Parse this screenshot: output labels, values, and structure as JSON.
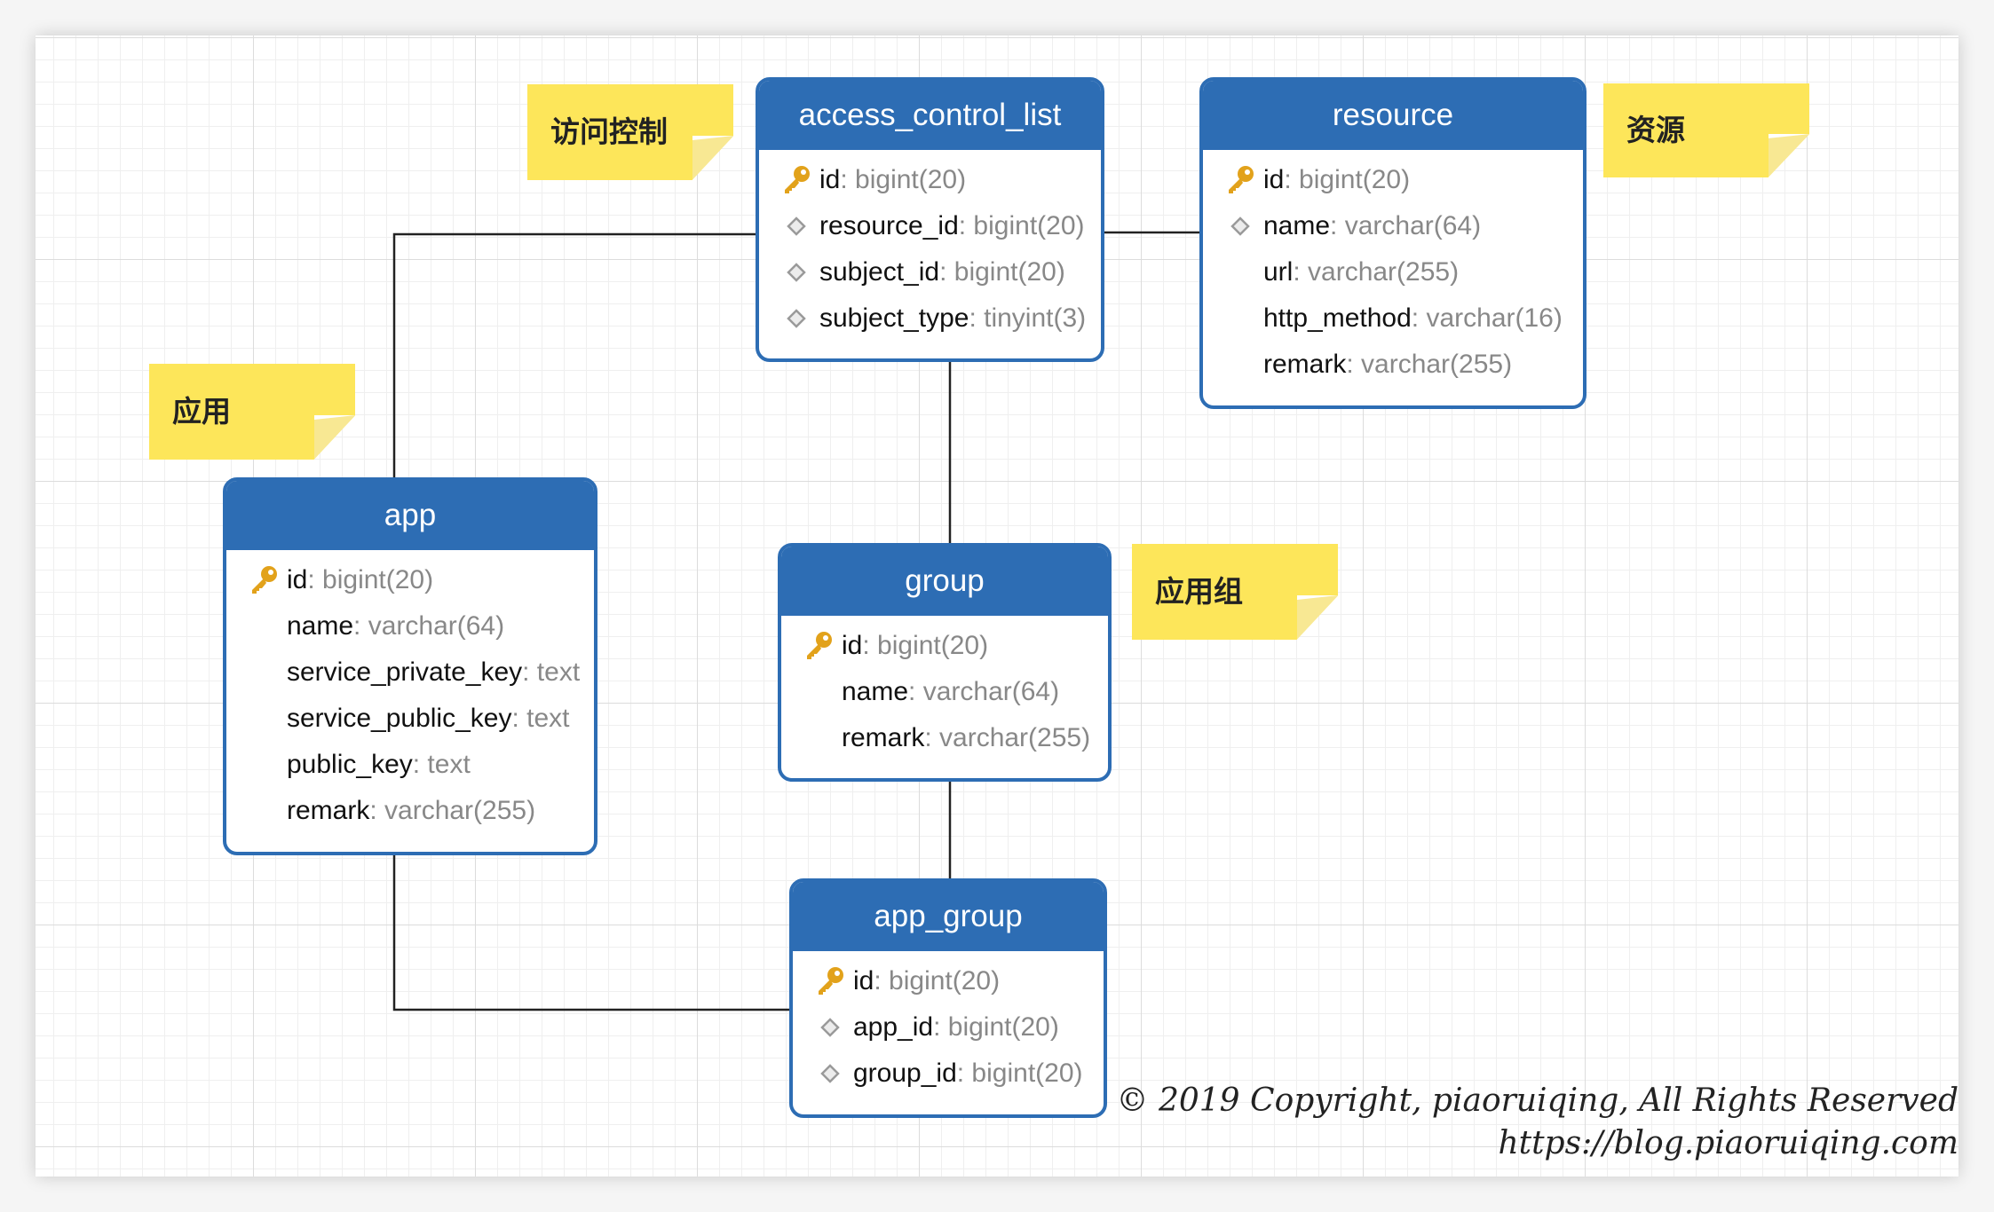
{
  "colors": {
    "header": "#2d6db4",
    "note": "#fde65a",
    "type_text": "#888888",
    "key_icon": "#e2a21b",
    "diamond_icon": "#9a9a9a"
  },
  "notes": {
    "acl": "访问控制",
    "resource": "资源",
    "app": "应用",
    "group": "应用组"
  },
  "entities": {
    "access_control_list": {
      "title": "access_control_list",
      "fields": [
        {
          "name": "id",
          "type": ": bigint(20)",
          "icon": "key-icon"
        },
        {
          "name": "resource_id",
          "type": ": bigint(20)",
          "icon": "diamond-icon"
        },
        {
          "name": "subject_id",
          "type": ": bigint(20)",
          "icon": "diamond-icon"
        },
        {
          "name": "subject_type",
          "type": ": tinyint(3)",
          "icon": "diamond-icon"
        }
      ]
    },
    "resource": {
      "title": "resource",
      "fields": [
        {
          "name": "id",
          "type": ": bigint(20)",
          "icon": "key-icon"
        },
        {
          "name": "name",
          "type": ": varchar(64)",
          "icon": "diamond-icon"
        },
        {
          "name": "url",
          "type": ": varchar(255)",
          "icon": "none"
        },
        {
          "name": "http_method",
          "type": ": varchar(16)",
          "icon": "none"
        },
        {
          "name": "remark",
          "type": ": varchar(255)",
          "icon": "none"
        }
      ]
    },
    "app": {
      "title": "app",
      "fields": [
        {
          "name": "id",
          "type": ": bigint(20)",
          "icon": "key-icon"
        },
        {
          "name": "name",
          "type": ": varchar(64)",
          "icon": "none"
        },
        {
          "name": "service_private_key",
          "type": ": text",
          "icon": "none"
        },
        {
          "name": "service_public_key",
          "type": ": text",
          "icon": "none"
        },
        {
          "name": "public_key",
          "type": ": text",
          "icon": "none"
        },
        {
          "name": "remark",
          "type": ": varchar(255)",
          "icon": "none"
        }
      ]
    },
    "group": {
      "title": "group",
      "fields": [
        {
          "name": "id",
          "type": ": bigint(20)",
          "icon": "key-icon"
        },
        {
          "name": "name",
          "type": ": varchar(64)",
          "icon": "none"
        },
        {
          "name": "remark",
          "type": ": varchar(255)",
          "icon": "none"
        }
      ]
    },
    "app_group": {
      "title": "app_group",
      "fields": [
        {
          "name": "id",
          "type": ": bigint(20)",
          "icon": "key-icon"
        },
        {
          "name": "app_id",
          "type": ": bigint(20)",
          "icon": "diamond-icon"
        },
        {
          "name": "group_id",
          "type": ": bigint(20)",
          "icon": "diamond-icon"
        }
      ]
    }
  },
  "copyright": {
    "line1": "© 2019 Copyright,  piaoruiqing,  All Rights Reserved",
    "line2": "https://blog.piaoruiqing.com"
  }
}
